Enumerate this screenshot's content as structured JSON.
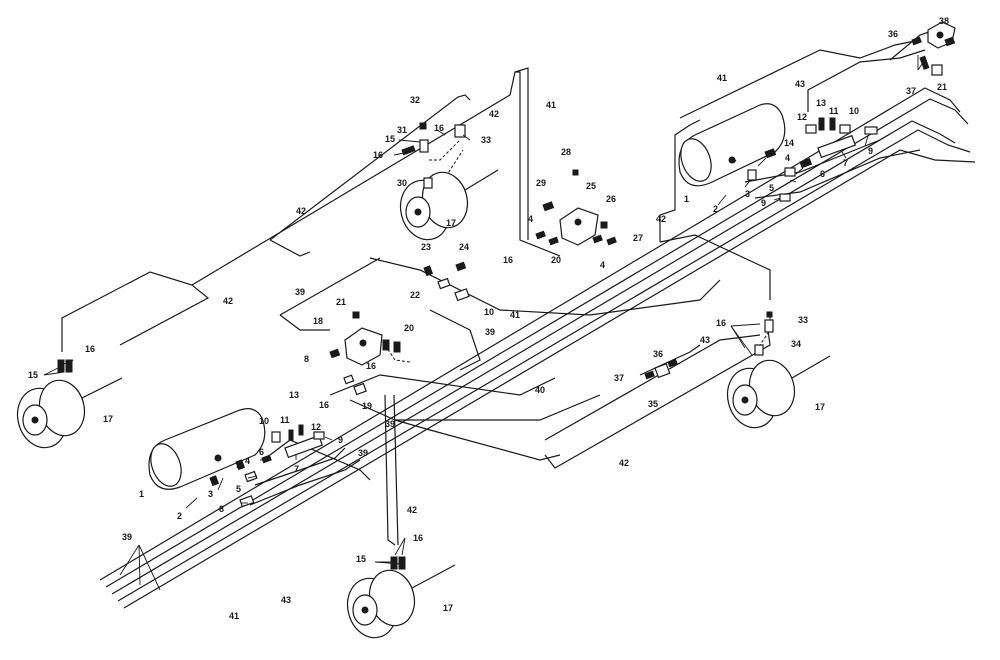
{
  "colors": {
    "ink": "#1a1a1a",
    "paper": "#ffffff"
  },
  "callouts": {
    "c1a": "1",
    "c1b": "1",
    "c2a": "2",
    "c2b": "2",
    "c3a": "3",
    "c3b": "3",
    "c4a": "4",
    "c4b": "4",
    "c4c": "4",
    "c4d": "4",
    "c5a": "5",
    "c5b": "5",
    "c6a": "6",
    "c6b": "6",
    "c7a": "7",
    "c7b": "7",
    "c8a": "8",
    "c8b": "8",
    "c9a": "9",
    "c9b": "9",
    "c9c": "9",
    "c10a": "10",
    "c10b": "10",
    "c10c": "10",
    "c11a": "11",
    "c11b": "11",
    "c12a": "12",
    "c12b": "12",
    "c13a": "13",
    "c13b": "13",
    "c14": "14",
    "c15a": "15",
    "c15b": "15",
    "c15c": "15",
    "c16a": "16",
    "c16b": "16",
    "c16c": "16",
    "c16d": "16",
    "c16e": "16",
    "c16f": "16",
    "c16g": "16",
    "c16h": "16",
    "c17a": "17",
    "c17b": "17",
    "c17c": "17",
    "c17d": "17",
    "c18": "18",
    "c19": "19",
    "c20a": "20",
    "c20b": "20",
    "c21a": "21",
    "c21b": "21",
    "c22": "22",
    "c23": "23",
    "c24": "24",
    "c25": "25",
    "c26": "26",
    "c27": "27",
    "c28": "28",
    "c29": "29",
    "c30": "30",
    "c31": "31",
    "c32": "32",
    "c33a": "33",
    "c33b": "33",
    "c34": "34",
    "c35": "35",
    "c36a": "36",
    "c36b": "36",
    "c37a": "37",
    "c37b": "37",
    "c38": "38",
    "c39a": "39",
    "c39b": "39",
    "c39c": "39",
    "c39d": "39",
    "c39e": "39",
    "c40": "40",
    "c41a": "41",
    "c41b": "41",
    "c41c": "41",
    "c41d": "41",
    "c42a": "42",
    "c42b": "42",
    "c42c": "42",
    "c42d": "42",
    "c42e": "42",
    "c42f": "42",
    "c43a": "43",
    "c43b": "43",
    "c43c": "43"
  }
}
